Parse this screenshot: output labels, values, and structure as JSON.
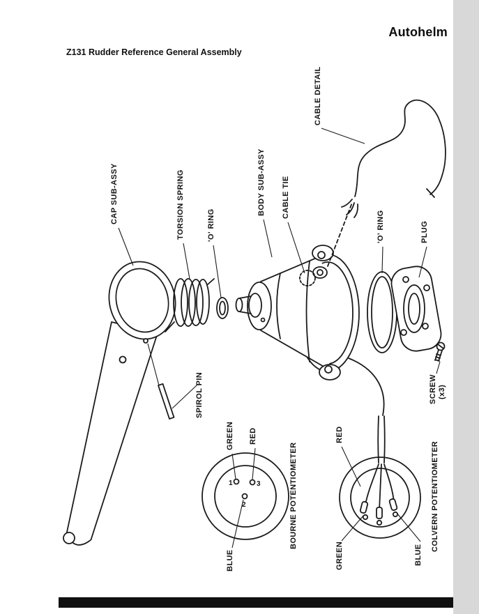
{
  "page": {
    "brand": "Autohelm",
    "title": "Z131 Rudder Reference General Assembly"
  },
  "labels": {
    "cap_sub_assy": "CAP SUB-ASSY",
    "torsion_spring": "TORSION SPRING",
    "o_ring_small": "'O' RING",
    "body_sub_assy": "BODY SUB-ASSY",
    "cable_tie": "CABLE TIE",
    "cable_detail": "CABLE DETAIL",
    "o_ring_large": "'O' RING",
    "plug": "PLUG",
    "screw": "SCREW",
    "screw_qty": "(x3)",
    "spirol_pin": "SPIROL PIN"
  },
  "bourne": {
    "title": "BOURNE POTENTIOMETER",
    "pin_1": "1",
    "pin_2": "2",
    "pin_3": "3",
    "wire_green": "GREEN",
    "wire_red": "RED",
    "wire_blue": "BLUE"
  },
  "colvern": {
    "title": "COLVERN POTENTIOMETER",
    "wire_red": "RED",
    "wire_green": "GREEN",
    "wire_blue": "BLUE"
  },
  "colors": {
    "ink": "#1b1b1b",
    "paper": "#ffffff",
    "scan_margin": "#d8d8d8",
    "footer_bar": "#101010"
  }
}
